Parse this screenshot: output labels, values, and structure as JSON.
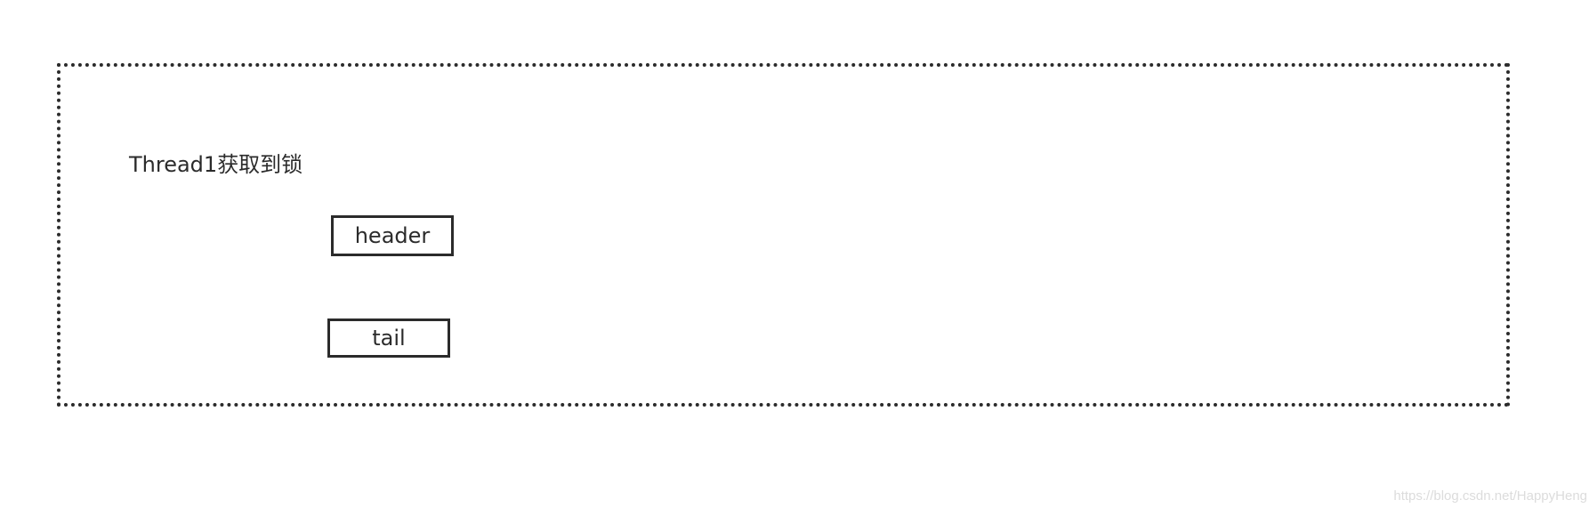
{
  "diagram": {
    "caption": "Thread1获取到锁",
    "nodes": {
      "header": "header",
      "tail": "tail"
    }
  },
  "watermark": "https://blog.csdn.net/HappyHeng"
}
